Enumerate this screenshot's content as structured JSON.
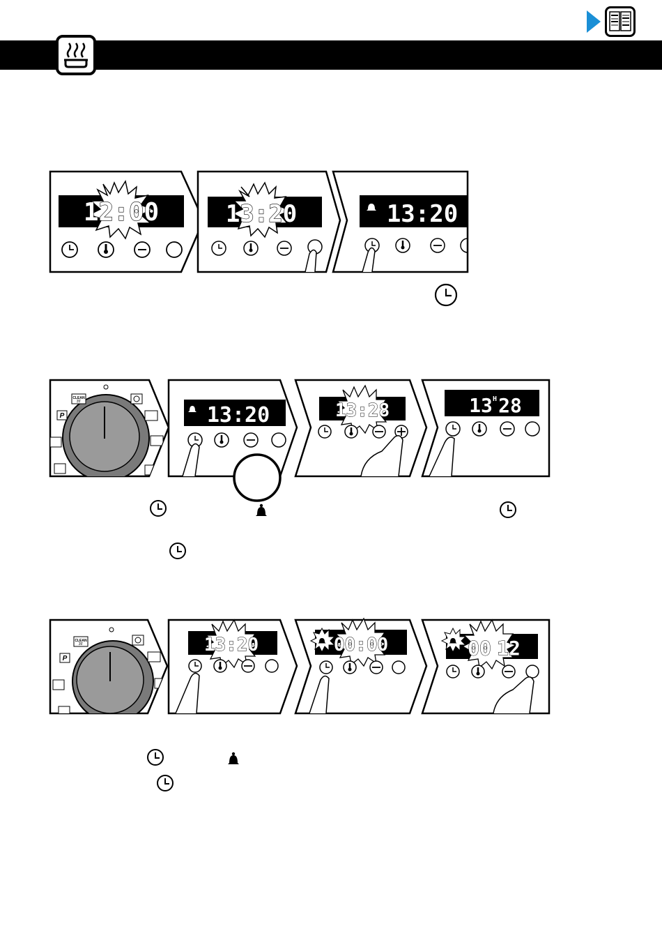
{
  "icons": {
    "header": "oven-steam-icon",
    "nav": "next-page-arrow-icon",
    "book": "manual-book-icon",
    "buttons": [
      "clock-icon",
      "thermometer-icon",
      "minus-icon",
      "plus-icon"
    ],
    "bell": "bell-icon"
  },
  "colors": {
    "accent": "#1a8fd6",
    "bar": "#000000"
  },
  "dial_labels": {
    "clean": "CLEAN",
    "clean_time": "35'",
    "program": "P"
  },
  "row1": {
    "displays": [
      "12:00",
      "13:20",
      "13:20"
    ]
  },
  "row2": {
    "displays": [
      "13:20",
      "13:28",
      "13",
      "H",
      "28"
    ]
  },
  "row3": {
    "displays": [
      "13:20",
      "00:00",
      "00",
      ":",
      "12"
    ]
  }
}
